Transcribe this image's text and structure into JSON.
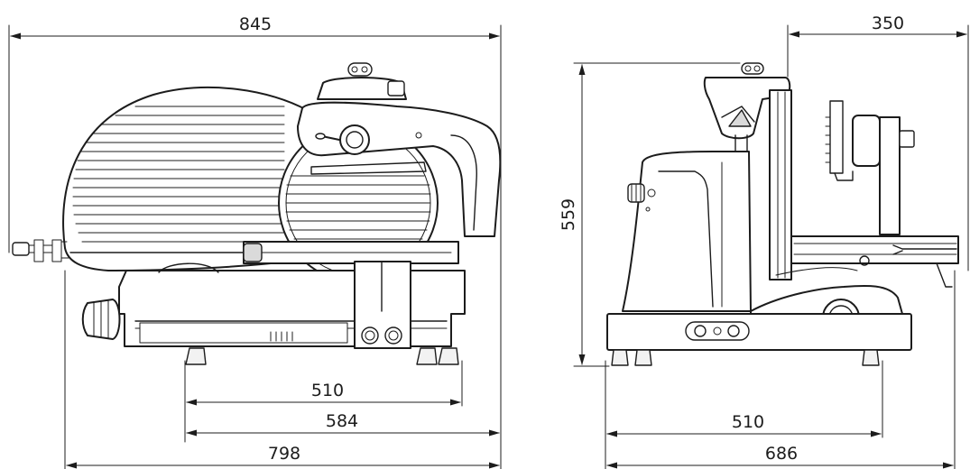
{
  "diagram": {
    "colors": {
      "line": "#1c1c1c",
      "background": "#ffffff",
      "shade": "#dadada"
    },
    "front_view": {
      "dimensions": {
        "overall_width": "845",
        "base_inner": "510",
        "base_mid": "584",
        "base_overall": "798"
      }
    },
    "side_view": {
      "dimensions": {
        "carriage": "350",
        "height": "559",
        "base_inner": "510",
        "base_overall": "686"
      }
    }
  }
}
